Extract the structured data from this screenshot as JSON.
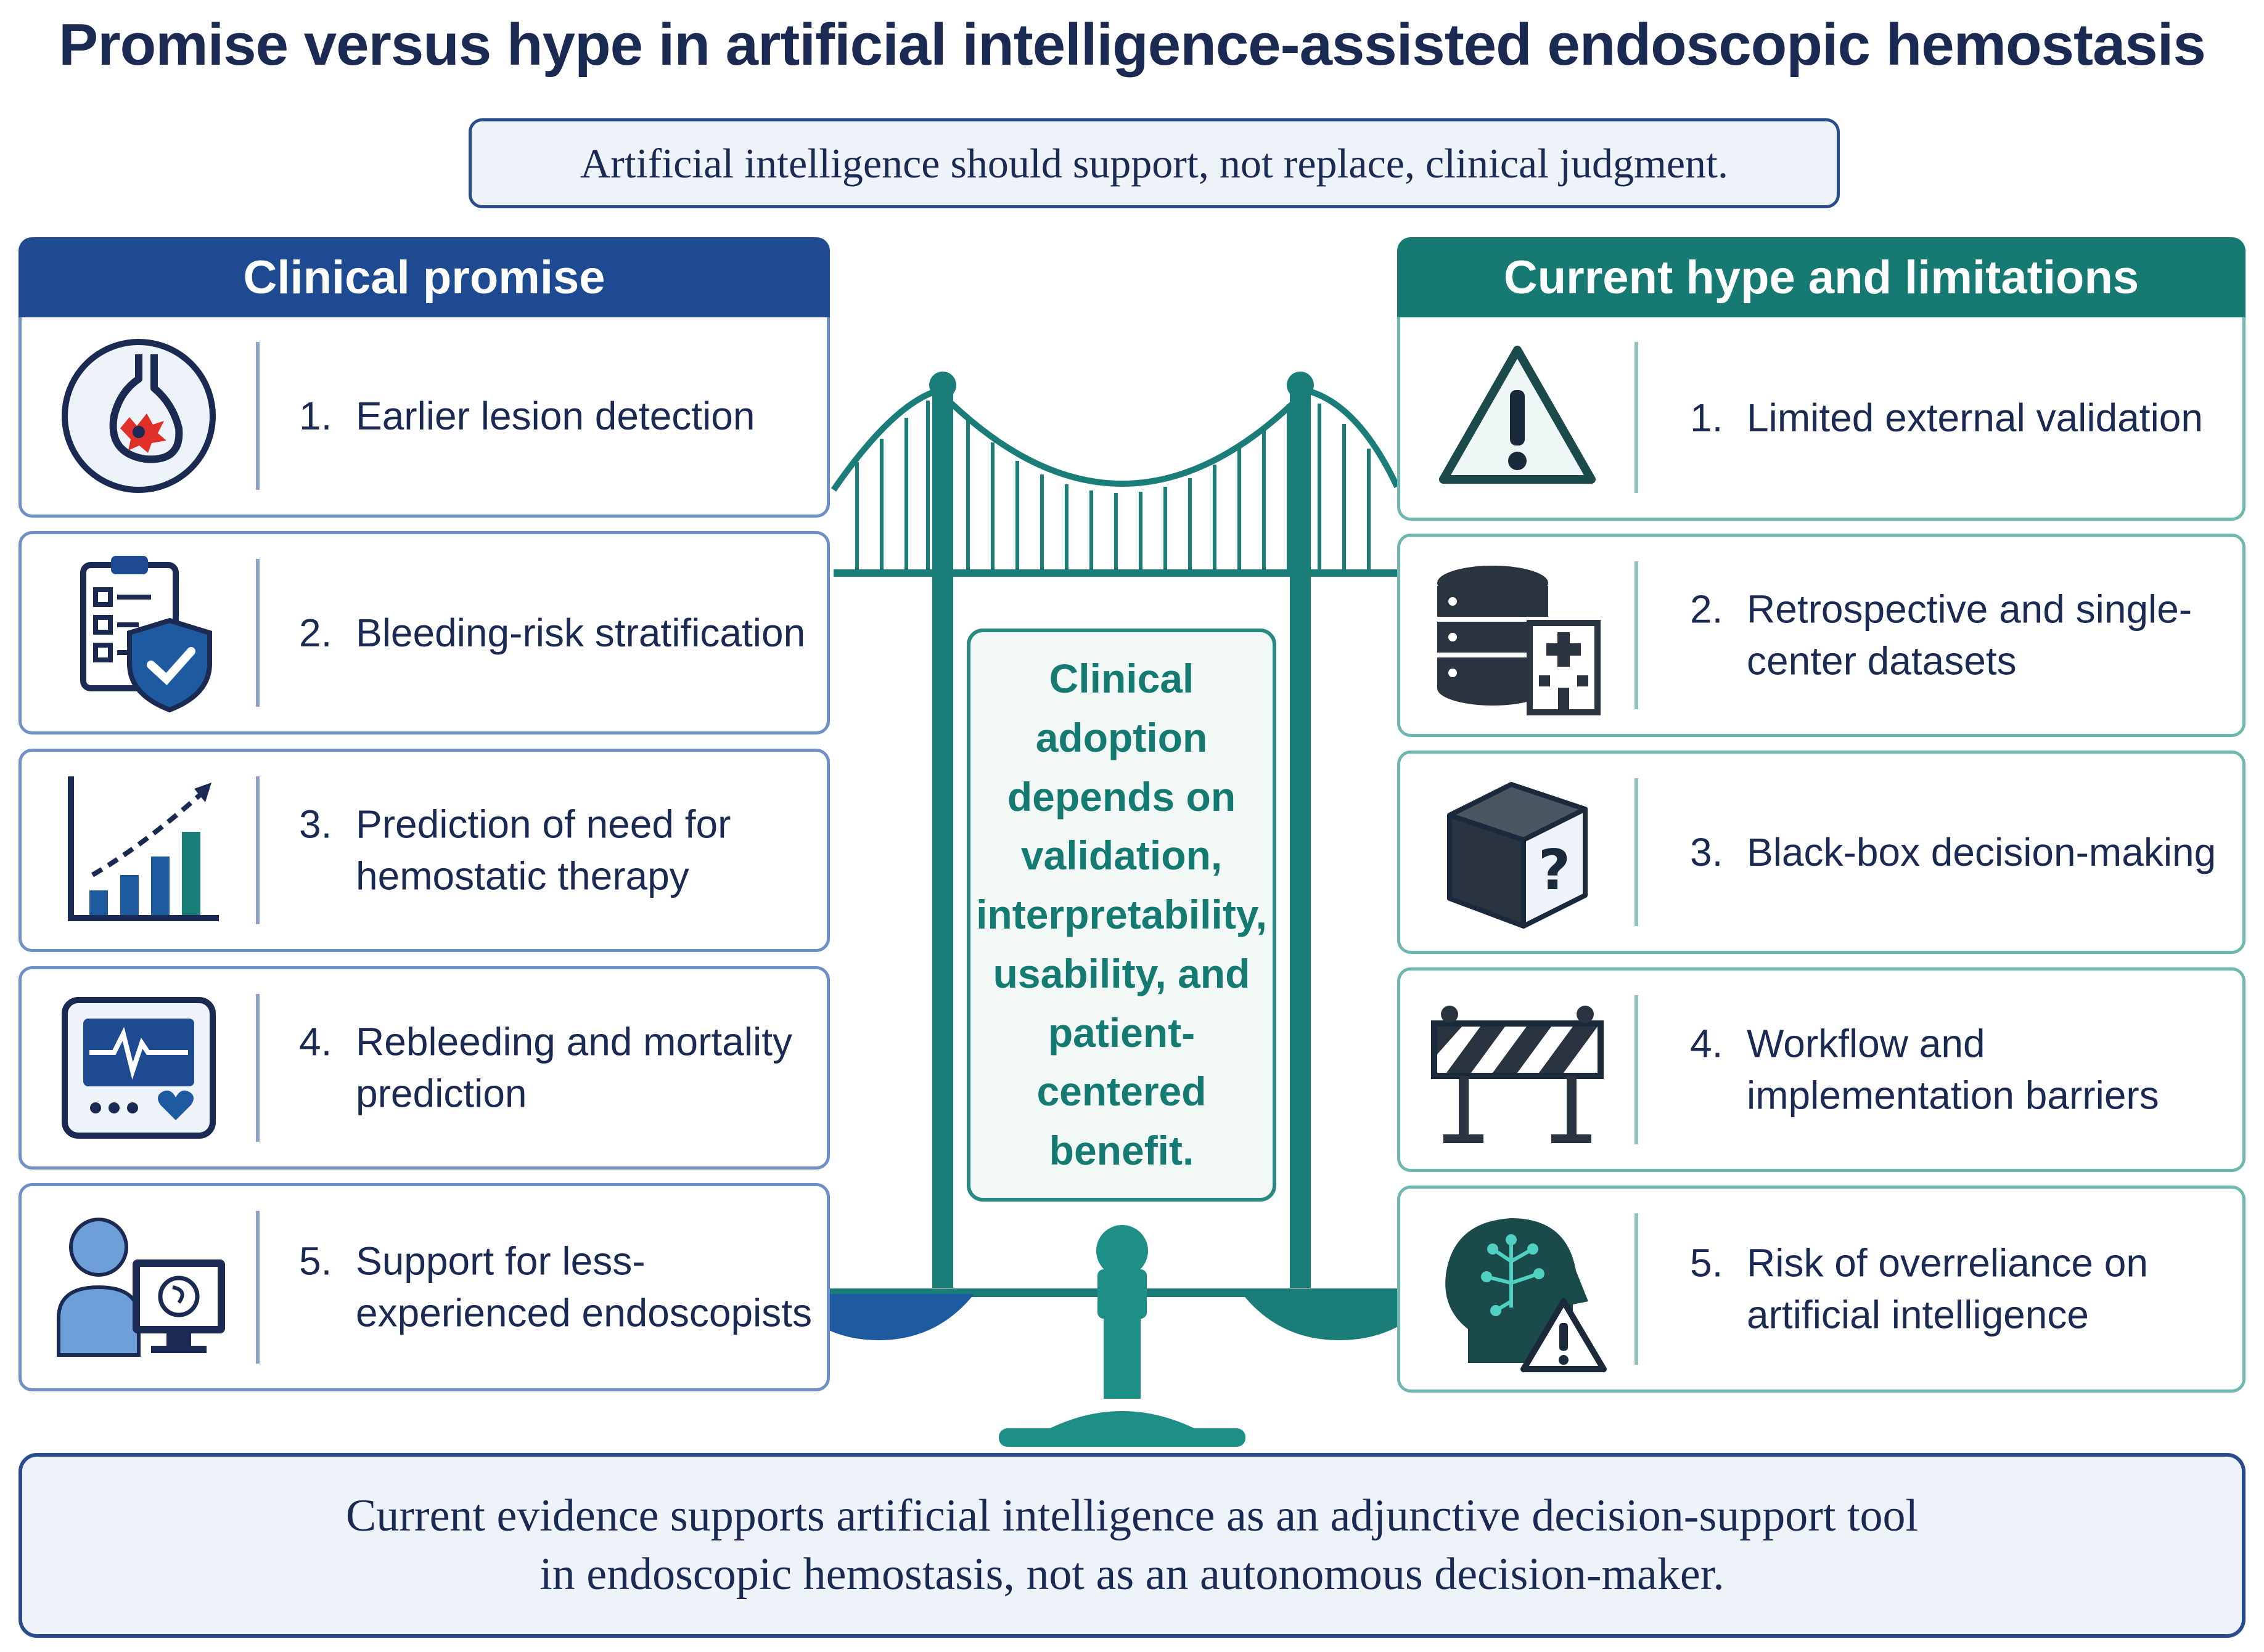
{
  "title": "Promise versus hype in artificial intelligence-assisted endoscopic hemostasis",
  "subtitle": "Artificial intelligence should support, not replace, clinical judgment.",
  "left_panel": {
    "heading": "Clinical promise",
    "items": [
      {
        "num": "1.",
        "text": "Earlier lesion detection",
        "icon": "stomach-lesion-icon"
      },
      {
        "num": "2.",
        "text": "Bleeding-risk stratification",
        "icon": "checklist-shield-icon"
      },
      {
        "num": "3.",
        "text": "Prediction of need for hemostatic therapy",
        "icon": "rising-bar-chart-icon"
      },
      {
        "num": "4.",
        "text": "Rebleeding and mortality prediction",
        "icon": "vital-monitor-icon"
      },
      {
        "num": "5.",
        "text": "Support for less-experienced endoscopists",
        "icon": "clinician-computer-icon"
      }
    ]
  },
  "right_panel": {
    "heading": "Current hype and limitations",
    "items": [
      {
        "num": "1.",
        "text": "Limited external validation",
        "icon": "warning-icon"
      },
      {
        "num": "2.",
        "text": "Retrospective and single-center datasets",
        "icon": "database-hospital-icon"
      },
      {
        "num": "3.",
        "text": "Black-box decision-making",
        "icon": "question-box-icon"
      },
      {
        "num": "4.",
        "text": "Workflow and implementation barriers",
        "icon": "barrier-icon"
      },
      {
        "num": "5.",
        "text": "Risk of overreliance on artificial intelligence",
        "icon": "head-warning-icon"
      }
    ]
  },
  "center_text": "Clinical adoption depends on validation, interpretability, usability, and patient-centered benefit.",
  "bottom": {
    "line1": "Current evidence supports artificial intelligence as an adjunctive decision-support tool",
    "line2": "in endoscopic hemostasis, not as an autonomous decision-maker."
  },
  "colors": {
    "navy": "#1e4a92",
    "teal": "#167a73",
    "text_dark": "#1b2a52",
    "accent_red": "#e0302a"
  }
}
